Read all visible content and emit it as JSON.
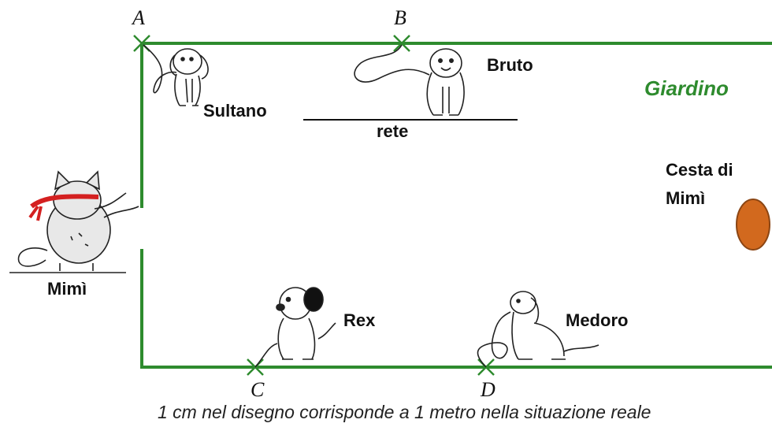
{
  "labels": {
    "garden": "Giardino",
    "net": "rete",
    "caption": "1 cm nel disegno corrisponde a 1 metro nella situazione reale"
  },
  "points": {
    "a": "A",
    "b": "B",
    "c": "C",
    "d": "D"
  },
  "characters": {
    "cat": "Mimì",
    "sultano": "Sultano",
    "bruto": "Bruto",
    "rex": "Rex",
    "medoro": "Medoro"
  },
  "basket": {
    "line1": "Cesta di",
    "line2": "Mimì"
  },
  "colors": {
    "fence": "#2e8b2e",
    "garden_text": "#2e8b2e",
    "basket": "#d2691e",
    "basket_stroke": "#8b4513"
  }
}
